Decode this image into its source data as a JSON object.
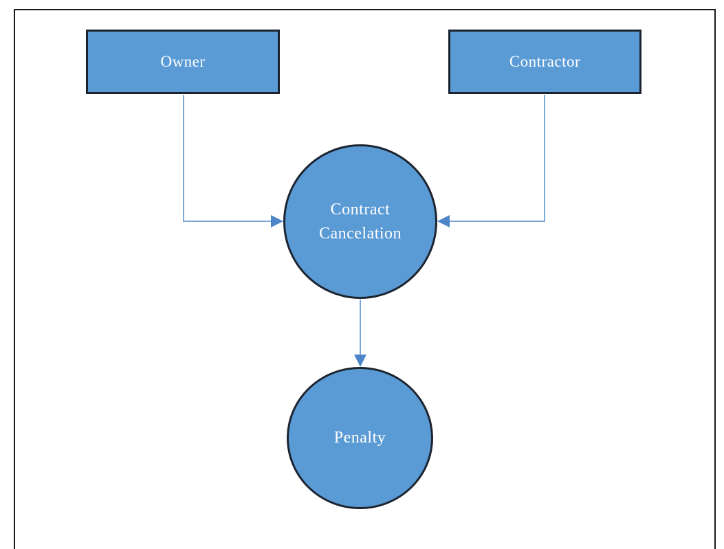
{
  "diagram": {
    "type": "flowchart",
    "nodes": {
      "owner": {
        "label": "Owner",
        "shape": "rectangle"
      },
      "contractor": {
        "label": "Contractor",
        "shape": "rectangle"
      },
      "contract_cancelation": {
        "label": "Contract Cancelation",
        "shape": "circle"
      },
      "penalty": {
        "label": "Penalty",
        "shape": "circle"
      }
    },
    "edges": [
      {
        "from": "owner",
        "to": "contract_cancelation",
        "style": "elbow",
        "arrowhead": "triangle"
      },
      {
        "from": "contractor",
        "to": "contract_cancelation",
        "style": "elbow",
        "arrowhead": "triangle"
      },
      {
        "from": "contract_cancelation",
        "to": "penalty",
        "style": "straight",
        "arrowhead": "triangle"
      }
    ],
    "colors": {
      "node_fill": "#5b9bd5",
      "node_border": "#1c2430",
      "connector_line": "#7da7d9",
      "arrowhead_fill": "#4d86c6",
      "label_text": "#ffffff",
      "frame_border": "#1b1b1b",
      "background": "#ffffff"
    }
  }
}
